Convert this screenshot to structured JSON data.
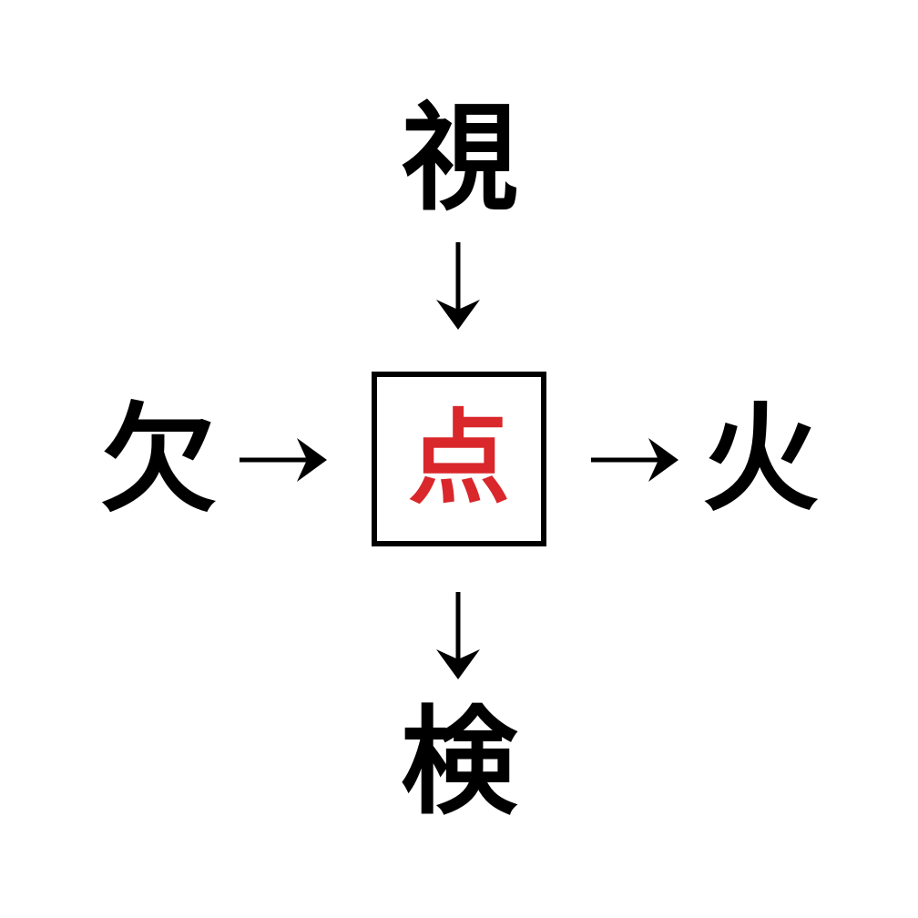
{
  "diagram": {
    "title": "kanji-relation-diagram",
    "background_color": "#ffffff",
    "center": {
      "character": "点",
      "color": "#d9272b",
      "box_border_color": "#000000",
      "role": "focus-character"
    },
    "nodes": [
      {
        "id": "top",
        "character": "視",
        "color": "#000000",
        "position": "top"
      },
      {
        "id": "left",
        "character": "欠",
        "color": "#000000",
        "position": "left"
      },
      {
        "id": "right",
        "character": "火",
        "color": "#000000",
        "position": "right"
      },
      {
        "id": "bottom",
        "character": "検",
        "color": "#000000",
        "position": "bottom"
      }
    ],
    "arrows": [
      {
        "id": "top-to-center",
        "glyph": "↓",
        "direction": "down",
        "from": "視",
        "to": "点",
        "color": "#000000"
      },
      {
        "id": "left-to-center",
        "glyph": "→",
        "direction": "right",
        "from": "欠",
        "to": "点",
        "color": "#000000"
      },
      {
        "id": "center-to-right",
        "glyph": "→",
        "direction": "right",
        "from": "点",
        "to": "火",
        "color": "#000000"
      },
      {
        "id": "center-to-bottom",
        "glyph": "↓",
        "direction": "down",
        "from": "点",
        "to": "検",
        "color": "#000000"
      }
    ]
  }
}
